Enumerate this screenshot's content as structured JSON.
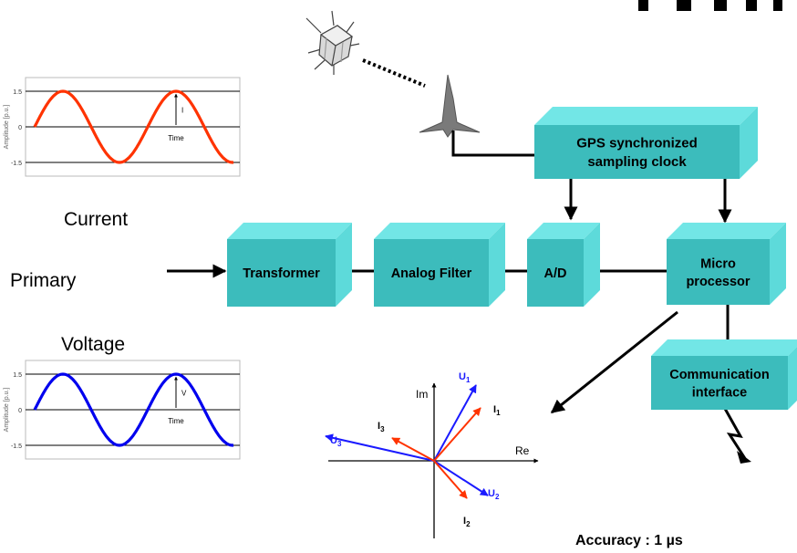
{
  "labels": {
    "current": "Current",
    "primary": "Primary",
    "voltage": "Voltage",
    "accuracy": "Accuracy : 1 µs"
  },
  "blocks": {
    "gps": [
      "GPS synchronized",
      "sampling clock"
    ],
    "transformer": "Transformer",
    "analog_filter": "Analog Filter",
    "ad": "A/D",
    "micro": [
      "Micro",
      "processor"
    ],
    "comm": [
      "Communication",
      "interface"
    ]
  },
  "waveform_current": {
    "y_label": "Amplitude [p.u.]",
    "ticks": [
      "1.5",
      "0",
      "-1.5"
    ],
    "marker": "I",
    "time_label": "Time",
    "color": "#ff3300"
  },
  "waveform_voltage": {
    "y_label": "Amplitude [p.u.]",
    "ticks": [
      "1.5",
      "0",
      "-1.5"
    ],
    "marker": "V",
    "time_label": "Time",
    "color": "#0000ee"
  },
  "phasor": {
    "im": "Im",
    "re": "Re",
    "voltage_color": "#1a1aff",
    "current_color": "#ff3300",
    "vectors": [
      {
        "name": "U",
        "sub": "1"
      },
      {
        "name": "I",
        "sub": "1"
      },
      {
        "name": "U",
        "sub": "3"
      },
      {
        "name": "I",
        "sub": "3"
      },
      {
        "name": "U",
        "sub": "2"
      },
      {
        "name": "I",
        "sub": "2"
      }
    ]
  },
  "colors": {
    "block_front": "#3cbcbc",
    "block_top": "#72e6e6",
    "block_side": "#5ddada",
    "antenna": "#7a7a7a"
  }
}
